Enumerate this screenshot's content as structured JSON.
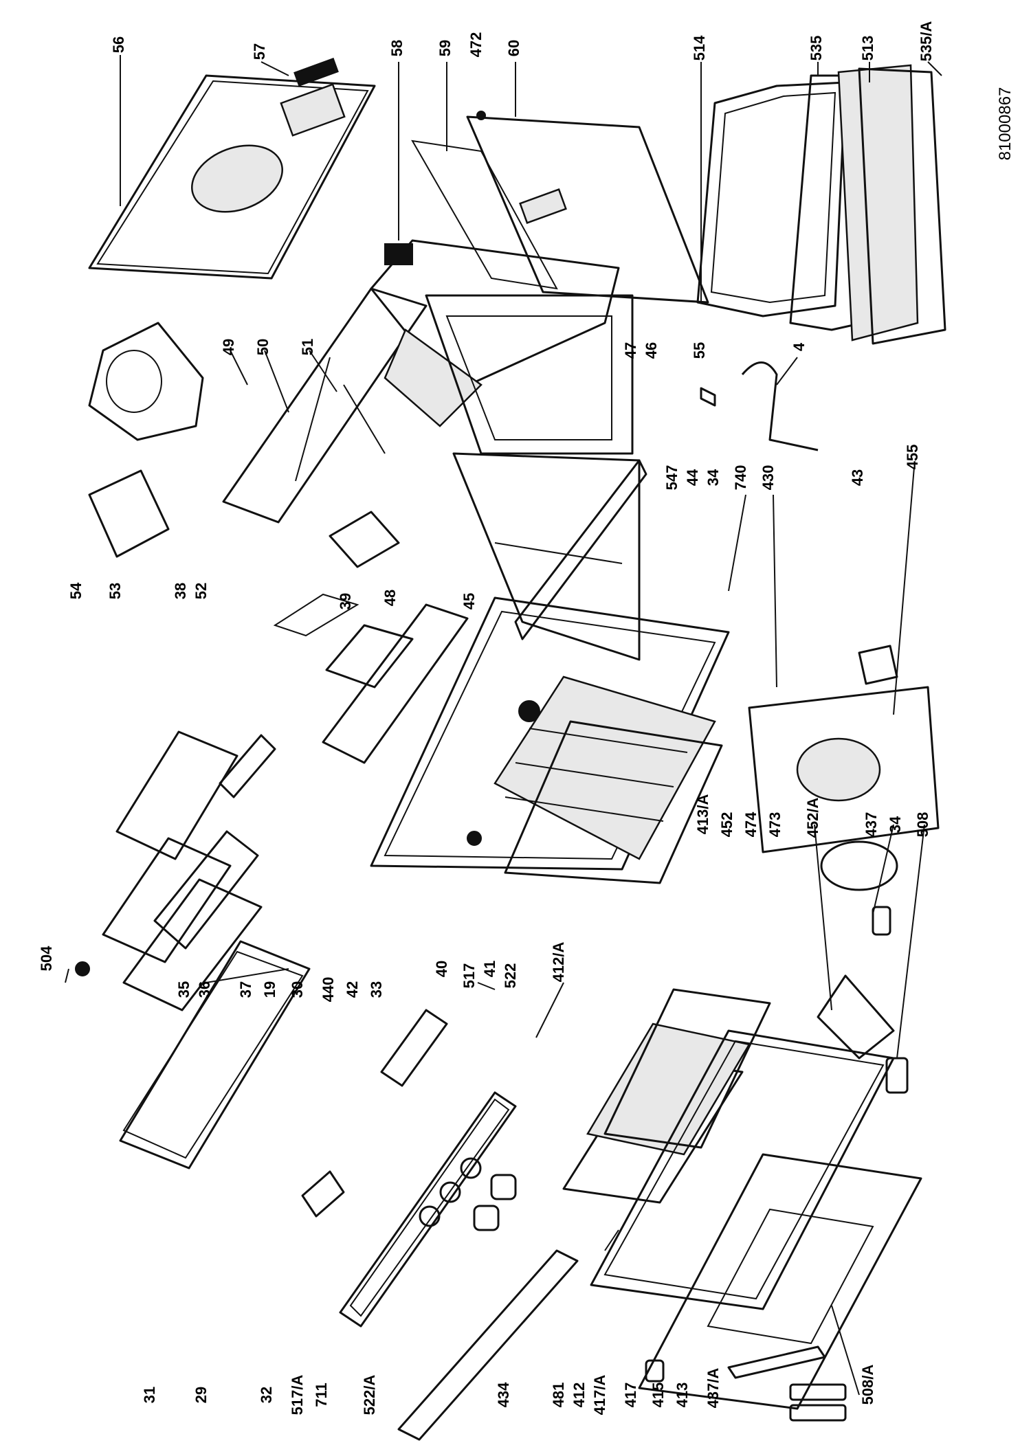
{
  "drawing": {
    "reference_number": "81000867"
  },
  "callouts": [
    {
      "id": "56"
    },
    {
      "id": "57"
    },
    {
      "id": "58"
    },
    {
      "id": "59"
    },
    {
      "id": "472"
    },
    {
      "id": "60"
    },
    {
      "id": "514"
    },
    {
      "id": "535"
    },
    {
      "id": "513"
    },
    {
      "id": "535/A"
    },
    {
      "id": "54"
    },
    {
      "id": "53"
    },
    {
      "id": "38"
    },
    {
      "id": "52"
    },
    {
      "id": "49"
    },
    {
      "id": "50"
    },
    {
      "id": "51"
    },
    {
      "id": "48"
    },
    {
      "id": "45"
    },
    {
      "id": "47"
    },
    {
      "id": "46"
    },
    {
      "id": "55"
    },
    {
      "id": "4"
    },
    {
      "id": "547"
    },
    {
      "id": "44"
    },
    {
      "id": "34"
    },
    {
      "id": "740"
    },
    {
      "id": "430"
    },
    {
      "id": "43"
    },
    {
      "id": "455"
    },
    {
      "id": "504"
    },
    {
      "id": "35"
    },
    {
      "id": "36"
    },
    {
      "id": "37"
    },
    {
      "id": "19"
    },
    {
      "id": "30"
    },
    {
      "id": "440"
    },
    {
      "id": "42"
    },
    {
      "id": "33"
    },
    {
      "id": "39"
    },
    {
      "id": "40"
    },
    {
      "id": "517"
    },
    {
      "id": "41"
    },
    {
      "id": "522"
    },
    {
      "id": "412/A"
    },
    {
      "id": "413/A"
    },
    {
      "id": "452"
    },
    {
      "id": "474"
    },
    {
      "id": "473"
    },
    {
      "id": "452/A"
    },
    {
      "id": "437"
    },
    {
      "id": "34"
    },
    {
      "id": "508"
    },
    {
      "id": "31"
    },
    {
      "id": "29"
    },
    {
      "id": "32"
    },
    {
      "id": "517/A"
    },
    {
      "id": "711"
    },
    {
      "id": "522/A"
    },
    {
      "id": "434"
    },
    {
      "id": "481"
    },
    {
      "id": "412"
    },
    {
      "id": "417/A"
    },
    {
      "id": "417"
    },
    {
      "id": "415"
    },
    {
      "id": "413"
    },
    {
      "id": "437/A"
    },
    {
      "id": "508/A"
    }
  ]
}
